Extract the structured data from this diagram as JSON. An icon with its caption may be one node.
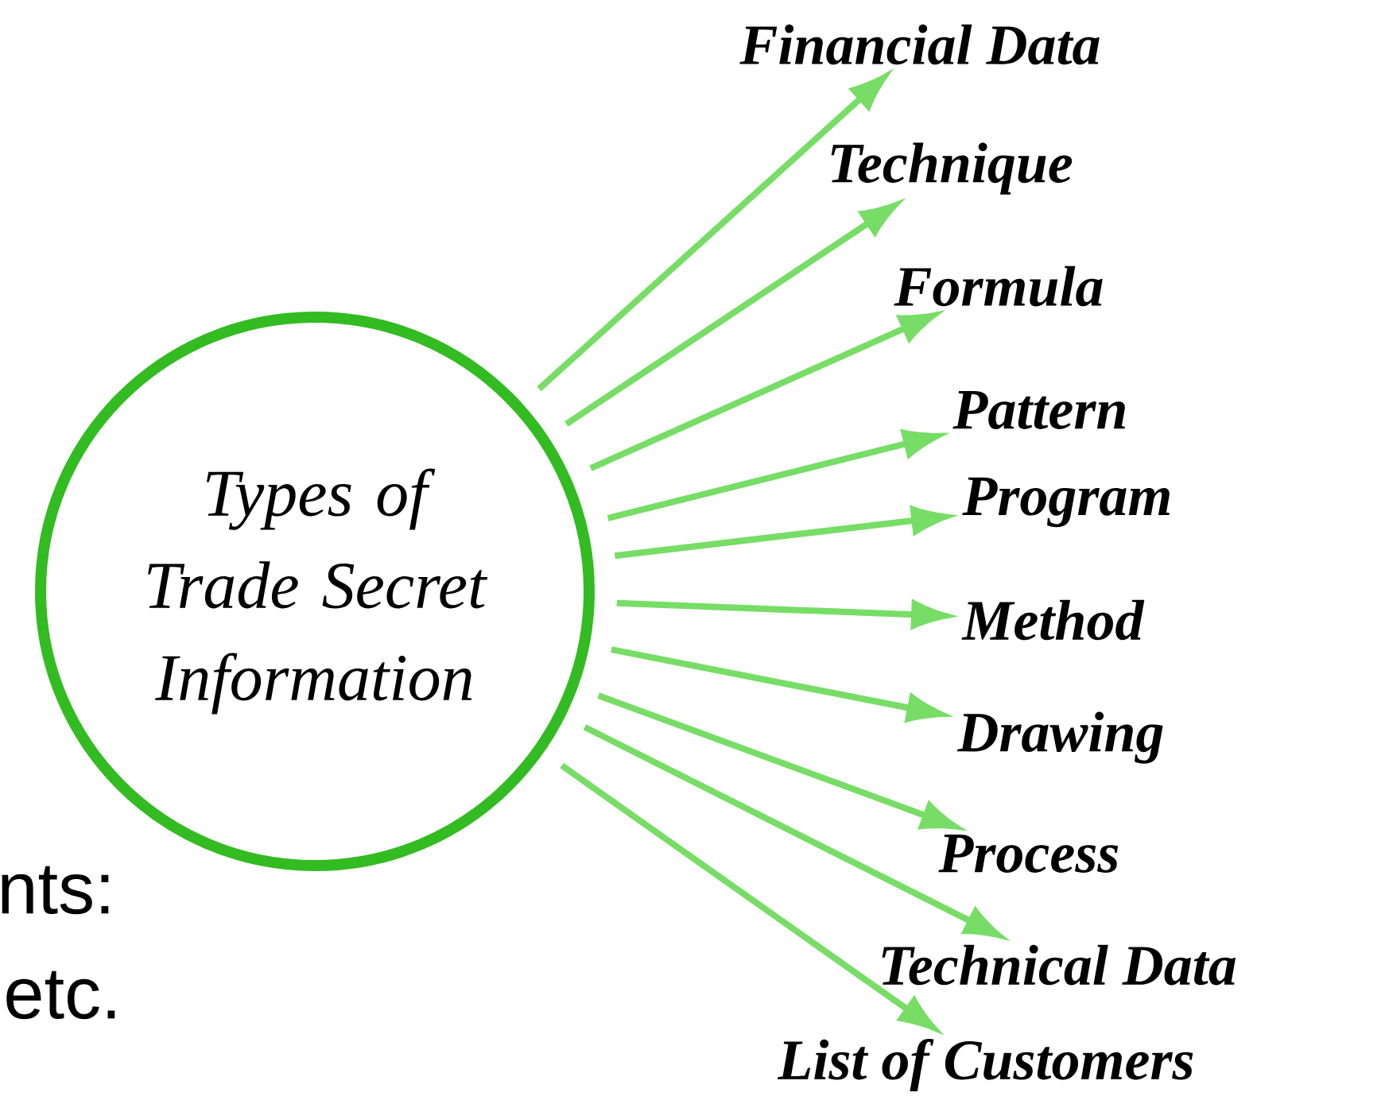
{
  "diagram": {
    "nodes": [
      {
        "text": [
          "Types of Trade Secret Information"
        ]
      },
      {
        "text": [
          "Financial Data"
        ]
      },
      {
        "text": [
          "Technique"
        ]
      },
      {
        "text": [
          "Formula"
        ]
      },
      {
        "text": [
          "Pattern"
        ]
      },
      {
        "text": [
          "Program"
        ]
      },
      {
        "text": [
          "Method"
        ]
      },
      {
        "text": [
          "Drawing"
        ]
      },
      {
        "text": [
          "Process"
        ]
      },
      {
        "text": [
          "Technical Data"
        ]
      },
      {
        "text": [
          "List of Customers"
        ]
      }
    ],
    "edges": [
      {
        "from": 0,
        "to": 1,
        "arrow": "to"
      },
      {
        "from": 0,
        "to": 2,
        "arrow": "to"
      },
      {
        "from": 0,
        "to": 3,
        "arrow": "to"
      },
      {
        "from": 0,
        "to": 4,
        "arrow": "to"
      },
      {
        "from": 0,
        "to": 5,
        "arrow": "to"
      },
      {
        "from": 0,
        "to": 6,
        "arrow": "to"
      },
      {
        "from": 0,
        "to": 7,
        "arrow": "to"
      },
      {
        "from": 0,
        "to": 8,
        "arrow": "to"
      },
      {
        "from": 0,
        "to": 9,
        "arrow": "to"
      },
      {
        "from": 0,
        "to": 10,
        "arrow": "to"
      }
    ],
    "labels": [
      "nts:",
      "etc."
    ]
  }
}
